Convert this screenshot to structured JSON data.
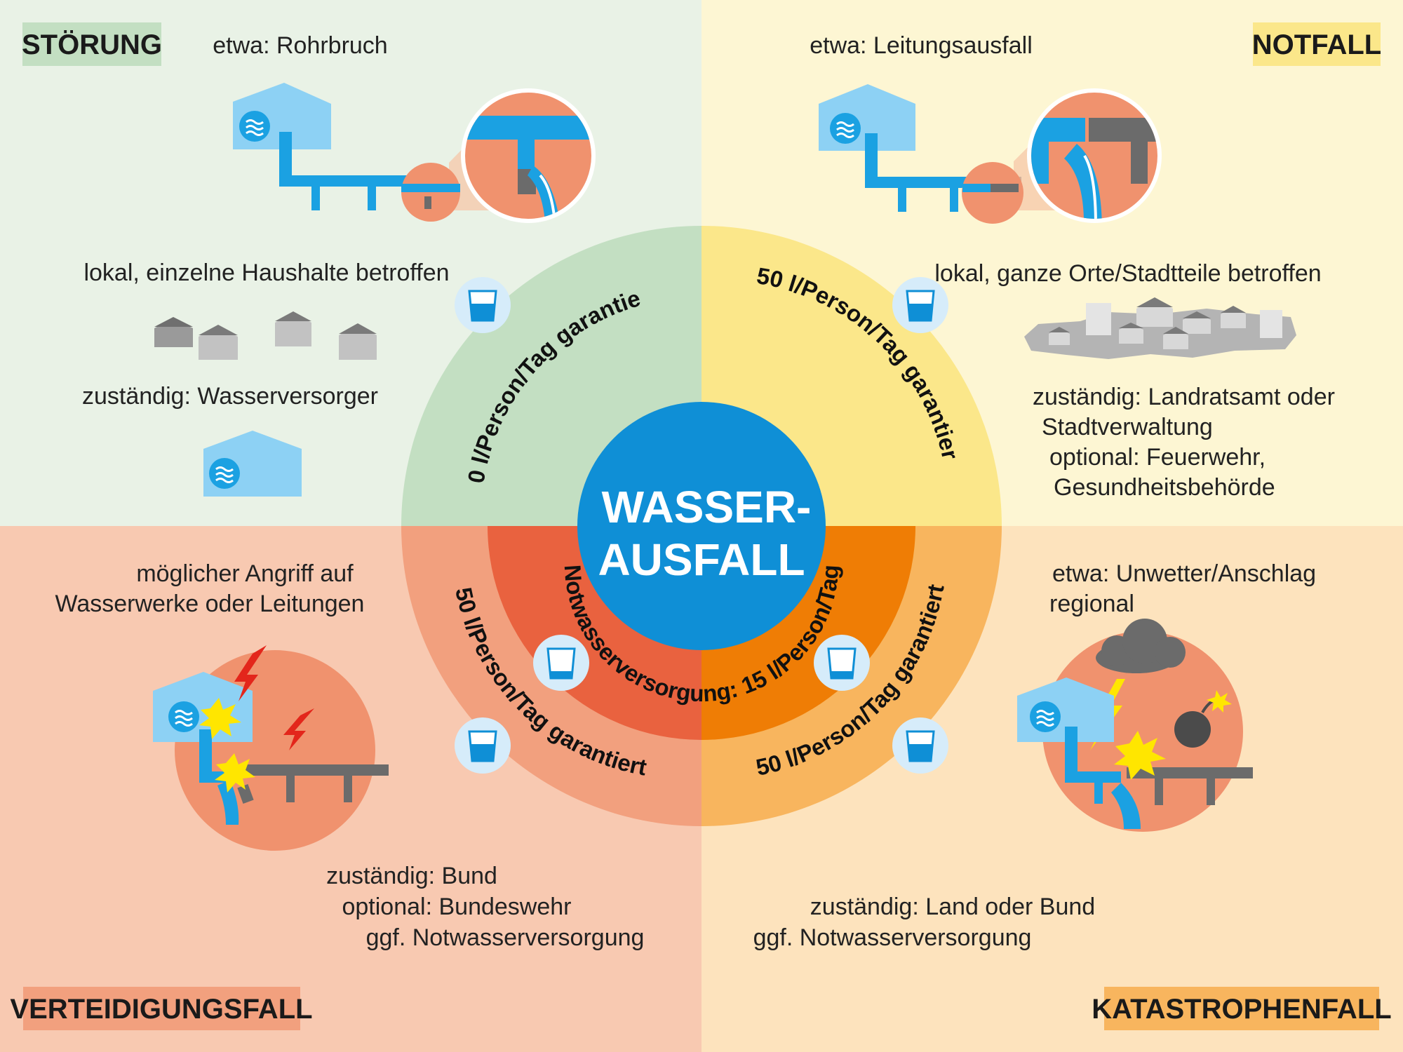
{
  "center": {
    "line1": "WASSER-",
    "line2": "AUSFALL"
  },
  "ring": {
    "guarantee": "50 l/Person/Tag garantiert",
    "emergency": "Notwasserversorgung: 15 l/Person/Tag"
  },
  "quadrants": {
    "stoerung": {
      "label": "STÖRUNG",
      "example": "etwa: Rohrbruch",
      "scope": "lokal, einzelne Haushalte betroffen",
      "resp": "zuständig: Wasserversorger"
    },
    "notfall": {
      "label": "NOTFALL",
      "example": "etwa: Leitungsausfall",
      "scope": "lokal, ganze Orte/Stadtteile betroffen",
      "resp1": "zuständig: Landratsamt oder",
      "resp2": "Stadtverwaltung",
      "resp3": "optional: Feuerwehr,",
      "resp4": "Gesundheitsbehörde"
    },
    "verteidigung": {
      "label": "VERTEIDIGUNGSFALL",
      "example1": "möglicher Angriff auf",
      "example2": "Wasserwerke oder Leitungen",
      "resp1": "zuständig: Bund",
      "resp2": "optional: Bundeswehr",
      "resp3": "ggf. Notwasserversorgung"
    },
    "katastrophe": {
      "label": "KATASTROPHENFALL",
      "example1": "etwa: Unwetter/Anschlag",
      "example2": "regional",
      "resp1": "zuständig: Land oder Bund",
      "resp2": "ggf. Notwasserversorgung"
    }
  },
  "colors": {
    "stoerung_bg": "#e9f2e6",
    "notfall_bg": "#fdf6d3",
    "verteidigung_bg": "#f8c9b1",
    "katastrophe_bg": "#fde3bd",
    "center": "#0f8fd6",
    "pipe": "#1ba1e2",
    "building": "#8dd1f4"
  }
}
